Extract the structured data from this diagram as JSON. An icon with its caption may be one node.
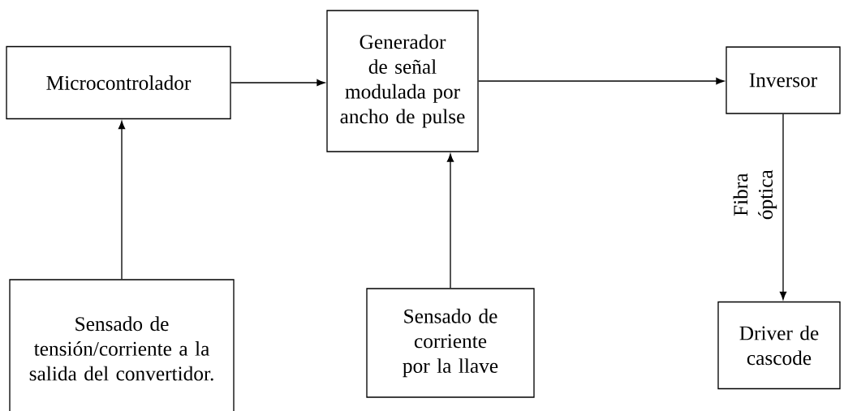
{
  "diagram": {
    "nodes": [
      {
        "text": [
          "Microcontrolador"
        ]
      },
      {
        "text": [
          "Generador de señal modulada por ancho de pulse"
        ]
      },
      {
        "text": [
          "Inversor"
        ]
      },
      {
        "text": [
          "Sensado de tensión/corriente a la salida del convertidor."
        ]
      },
      {
        "text": [
          "Sensado de corriente por la llave"
        ]
      },
      {
        "text": [
          "Driver de cascode"
        ]
      }
    ],
    "edges": [
      {
        "from": 0,
        "to": 1,
        "arrow": "to"
      },
      {
        "from": 1,
        "to": 2,
        "arrow": "to"
      },
      {
        "from": 3,
        "to": 0,
        "arrow": "to"
      },
      {
        "from": 4,
        "to": 1,
        "arrow": "to"
      },
      {
        "from": 2,
        "to": 5,
        "arrow": "to",
        "label": "Fibra óptica"
      }
    ]
  }
}
